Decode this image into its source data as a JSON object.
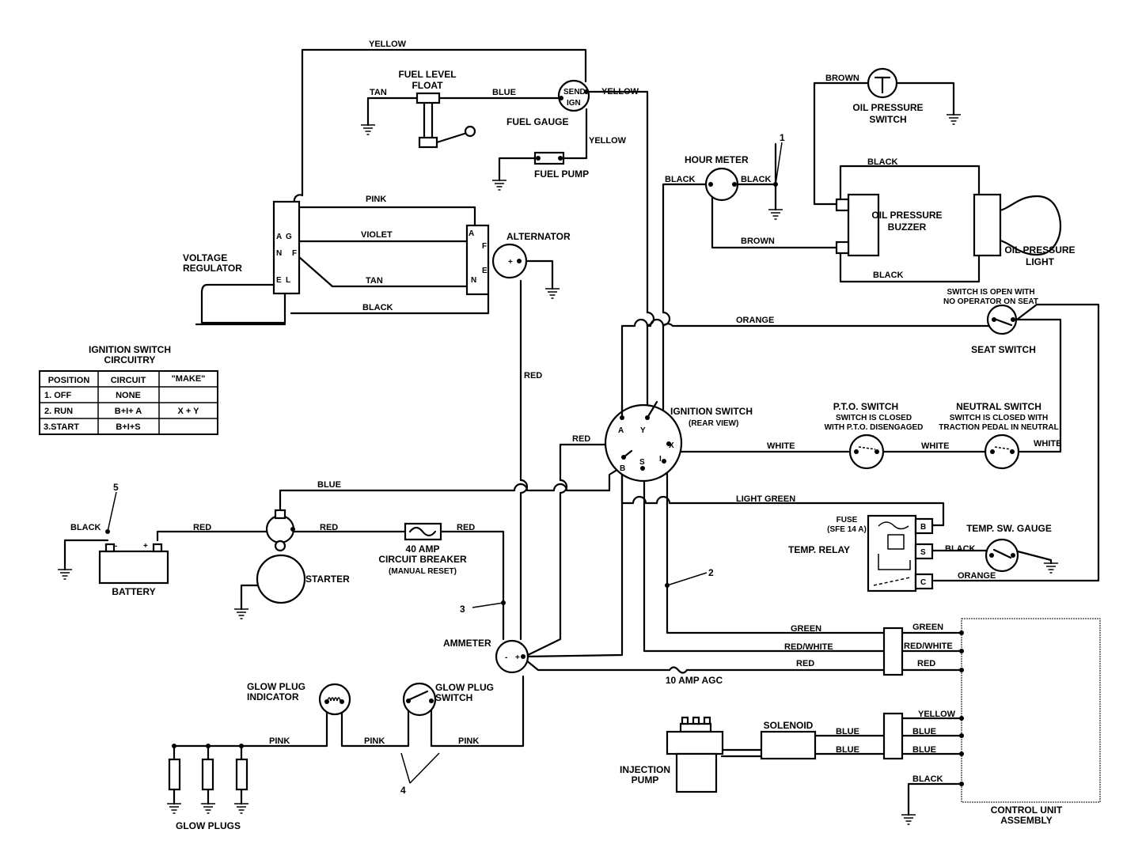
{
  "components": {
    "fuel_level_float": "FUEL LEVEL\nFLOAT",
    "fuel_gauge": "FUEL GAUGE",
    "fuel_gauge_send": "SEND",
    "fuel_gauge_ign": "IGN",
    "fuel_pump": "FUEL PUMP",
    "voltage_regulator": "VOLTAGE\nREGULATOR",
    "alternator": "ALTERNATOR",
    "hour_meter": "HOUR METER",
    "oil_pressure_switch": "OIL PRESSURE\nSWITCH",
    "oil_pressure_buzzer": "OIL PRESSURE\nBUZZER",
    "oil_pressure_light": "OIL PRESSURE\nLIGHT",
    "seat_switch_note": "SWITCH IS OPEN WITH\nNO OPERATOR ON SEAT",
    "seat_switch": "SEAT SWITCH",
    "ignition_switch": "IGNITION SWITCH",
    "ignition_switch_view": "(REAR VIEW)",
    "pto_switch": "P.T.O. SWITCH",
    "pto_switch_note": "SWITCH IS CLOSED\nWITH P.T.O. DISENGAGED",
    "neutral_switch": "NEUTRAL SWITCH",
    "neutral_switch_note": "SWITCH IS CLOSED WITH\nTRACTION PEDAL IN NEUTRAL",
    "battery": "BATTERY",
    "starter": "STARTER",
    "circuit_breaker": "40 AMP\nCIRCUIT BREAKER",
    "circuit_breaker_note": "(MANUAL RESET)",
    "fuse": "FUSE\n(SFE 14 A)",
    "temp_relay": "TEMP. RELAY",
    "temp_sw_gauge": "TEMP. SW. GAUGE",
    "ammeter": "AMMETER",
    "agc_fuse": "10 AMP AGC",
    "glow_plug_indicator": "GLOW PLUG\nINDICATOR",
    "glow_plug_switch": "GLOW PLUG\nSWITCH",
    "glow_plugs": "GLOW PLUGS",
    "solenoid": "SOLENOID",
    "injection_pump": "INJECTION\nPUMP",
    "control_unit": "CONTROL UNIT\nASSEMBLY"
  },
  "terminals": {
    "regulator_left": [
      "A",
      "G",
      "N",
      "F",
      "E",
      "L"
    ],
    "alternator_side": [
      "A",
      "F",
      "N",
      "E"
    ],
    "ignition_switch": [
      "A",
      "Y",
      "X",
      "B",
      "S",
      "I"
    ],
    "temp_relay": [
      "B",
      "S",
      "C"
    ],
    "polarity": [
      "+",
      "-"
    ]
  },
  "wires": {
    "yellow": "YELLOW",
    "tan": "TAN",
    "blue": "BLUE",
    "pink": "PINK",
    "violet": "VIOLET",
    "black": "BLACK",
    "red": "RED",
    "brown": "BROWN",
    "orange": "ORANGE",
    "white": "WHITE",
    "light_green": "LIGHT GREEN",
    "green": "GREEN",
    "red_white": "RED/WHITE"
  },
  "callouts": [
    "1",
    "2",
    "3",
    "4",
    "5"
  ],
  "ignition_table": {
    "title": "IGNITION SWITCH\nCIRCUITRY",
    "headers": [
      "POSITION",
      "CIRCUIT",
      "\"MAKE\""
    ],
    "rows": [
      [
        "1. OFF",
        "NONE",
        ""
      ],
      [
        "2. RUN",
        "B+I+ A",
        "X + Y"
      ],
      [
        "3.START",
        "B+I+S",
        ""
      ]
    ]
  }
}
